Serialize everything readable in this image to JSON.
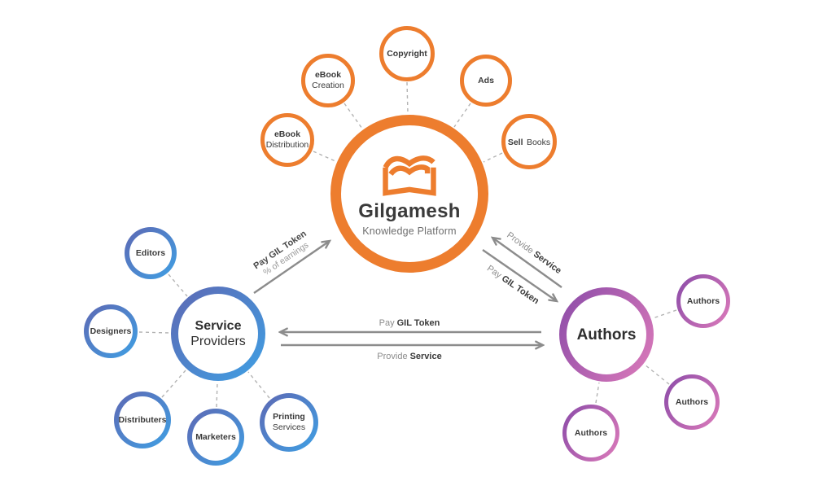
{
  "colors": {
    "orange": "#ED7D2E",
    "blue_gradient_start": "#5E68B3",
    "blue_gradient_end": "#3FA0E4",
    "purple_gradient_start": "#8A4BA8",
    "purple_gradient_end": "#DD7BBA",
    "arrow_gray": "#8C8C8C",
    "connector_gray": "#B3B3B3",
    "text_dark": "#3A3A3A",
    "text_gray": "#6E6E6E"
  },
  "nodes": {
    "center": {
      "title": "Gilgamesh",
      "subtitle": "Knowledge Platform",
      "logo_icon": "open-book-icon"
    },
    "ebook_creation": {
      "bold": "eBook",
      "regular": "Creation"
    },
    "copyright": {
      "bold": "Copyright"
    },
    "ads": {
      "bold": "Ads"
    },
    "ebook_distribution": {
      "bold": "eBook",
      "regular": "Distribution"
    },
    "sell_books": {
      "bold": "Sell",
      "regular": "Books"
    },
    "service_providers": {
      "bold": "Service",
      "regular": "Providers"
    },
    "editors": {
      "bold": "Editors"
    },
    "designers": {
      "bold": "Designers"
    },
    "distributers": {
      "bold": "Distributers"
    },
    "marketers": {
      "bold": "Marketers"
    },
    "printing_services": {
      "bold": "Printing",
      "regular": "Services"
    },
    "authors_hub": {
      "bold": "Authors"
    },
    "authors_top_right": {
      "bold": "Authors"
    },
    "authors_bottom_right": {
      "bold": "Authors"
    },
    "authors_bottom_left": {
      "bold": "Authors"
    }
  },
  "arrows": {
    "sp_to_platform": {
      "line1": "Pay GIL Token",
      "line2": "% of earnings"
    },
    "authors_to_platform": {
      "regular": "Provide",
      "bold": "Service"
    },
    "platform_to_authors": {
      "regular": "Pay",
      "bold": "GIL Token"
    },
    "authors_to_sp": {
      "regular": "Pay",
      "bold": "GIL Token"
    },
    "sp_to_authors": {
      "regular": "Provide",
      "bold": "Service"
    }
  }
}
